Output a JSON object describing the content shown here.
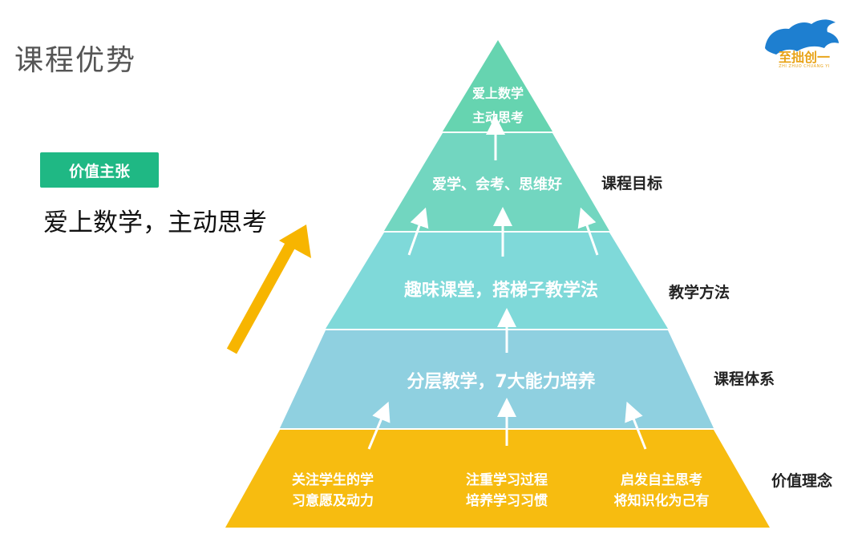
{
  "slide": {
    "title": "课程优势"
  },
  "value_badge": {
    "label": "价值主张"
  },
  "tagline": "爱上数学，主动思考",
  "logo": {
    "text": "至拙创一",
    "subtext": "ZHI ZHUO CHUANG YI"
  },
  "pyramid": {
    "top": {
      "line1": "爱上数学",
      "line2": "主动思考"
    },
    "tier2": {
      "text": "爱学、会考、思维好",
      "side_label": "课程目标"
    },
    "tier3": {
      "text": "趣味课堂，搭梯子教学法",
      "side_label": "教学方法"
    },
    "tier4": {
      "text": "分层教学，7大能力培养",
      "side_label": "课程体系"
    },
    "base": {
      "side_label": "价值理念",
      "items": [
        {
          "line1": "关注学生的学",
          "line2": "习意愿及动力"
        },
        {
          "line1": "注重学习过程",
          "line2": "培养学习习惯"
        },
        {
          "line1": "启发自主思考",
          "line2": "将知识化为己有"
        }
      ]
    }
  },
  "colors": {
    "badge": "#1fb884",
    "tier_top": "#66d4b0",
    "tier2": "#72d6c0",
    "tier3": "#7fd9d9",
    "tier4": "#8fd0e0",
    "base": "#f7bc10",
    "big_arrow": "#f7b500"
  }
}
